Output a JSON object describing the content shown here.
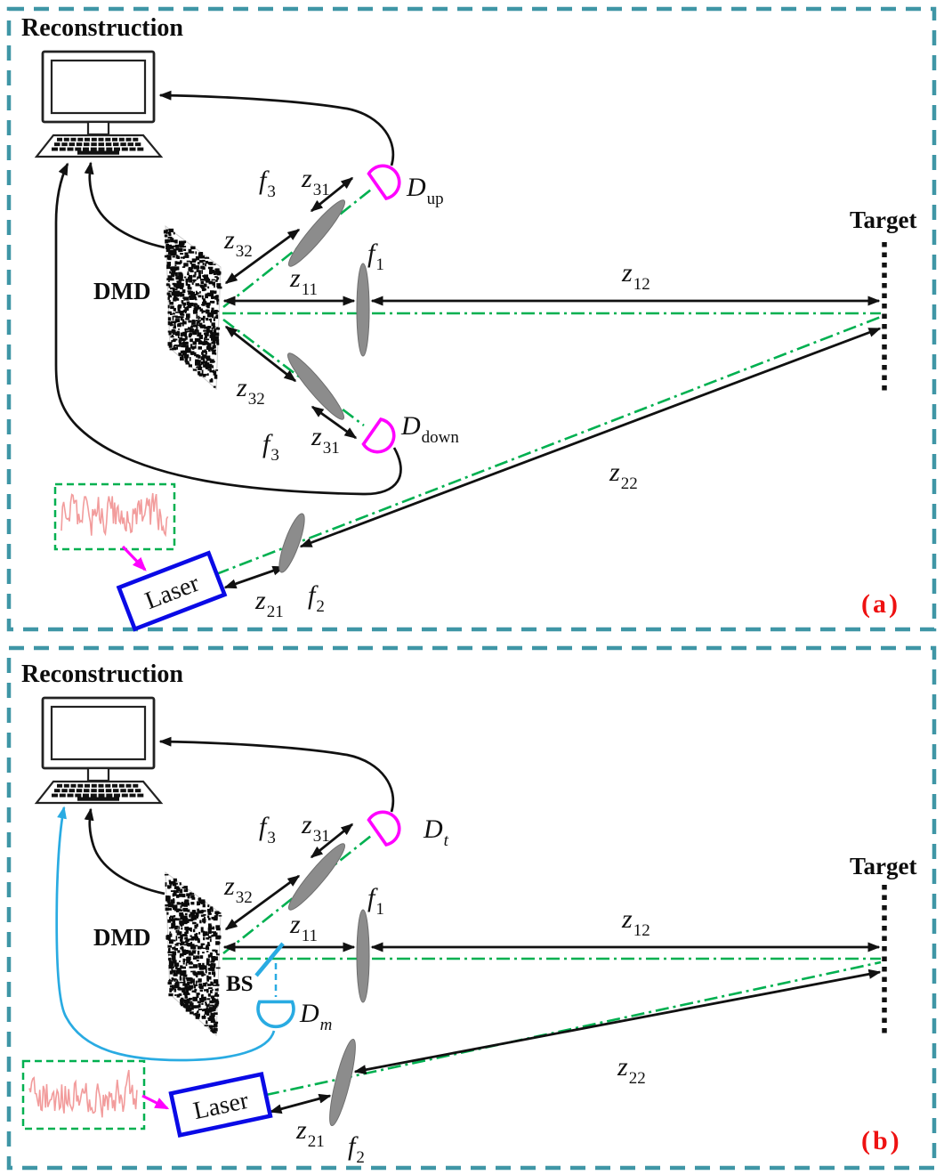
{
  "panel_a": {
    "tag": "(a)",
    "reconstruction_label": "Reconstruction",
    "dmd_label": "DMD",
    "laser_label": "Laser",
    "target_label": "Target",
    "detectors": {
      "up": {
        "main": "D",
        "sub": "up"
      },
      "down": {
        "main": "D",
        "sub": "down"
      }
    },
    "labels": {
      "f3_top": {
        "main": "f",
        "sub": "3"
      },
      "z31_top": {
        "main": "z",
        "sub": "31"
      },
      "z32_top": {
        "main": "z",
        "sub": "32"
      },
      "f1": {
        "main": "f",
        "sub": "1"
      },
      "z11": {
        "main": "z",
        "sub": "11"
      },
      "z12": {
        "main": "z",
        "sub": "12"
      },
      "f3_bottom": {
        "main": "f",
        "sub": "3"
      },
      "z31_bottom": {
        "main": "z",
        "sub": "31"
      },
      "z32_bottom": {
        "main": "z",
        "sub": "32"
      },
      "z21": {
        "main": "z",
        "sub": "21"
      },
      "z22": {
        "main": "z",
        "sub": "22"
      },
      "f2": {
        "main": "f",
        "sub": "2"
      }
    }
  },
  "panel_b": {
    "tag": "(b)",
    "reconstruction_label": "Reconstruction",
    "dmd_label": "DMD",
    "laser_label": "Laser",
    "target_label": "Target",
    "bs_label": "BS",
    "detectors": {
      "t": {
        "main": "D",
        "sub": "t"
      },
      "m": {
        "main": "D",
        "sub": "m"
      }
    },
    "labels": {
      "f3": {
        "main": "f",
        "sub": "3"
      },
      "z31": {
        "main": "z",
        "sub": "31"
      },
      "z32": {
        "main": "z",
        "sub": "32"
      },
      "f1": {
        "main": "f",
        "sub": "1"
      },
      "z11": {
        "main": "z",
        "sub": "11"
      },
      "z12": {
        "main": "z",
        "sub": "12"
      },
      "z21": {
        "main": "z",
        "sub": "21"
      },
      "z22": {
        "main": "z",
        "sub": "22"
      },
      "f2": {
        "main": "f",
        "sub": "2"
      }
    }
  },
  "colors": {
    "panel_border_teal": "#3F96A6",
    "optical_axis_green": "#00B050",
    "detector_magenta": "#FF00FF",
    "laser_box_blue": "#0A0AE6",
    "beamsplitter_cyan": "#29ABE2",
    "panel_tag_red": "#EE1111",
    "waveform_pink": "#F29C9C"
  }
}
